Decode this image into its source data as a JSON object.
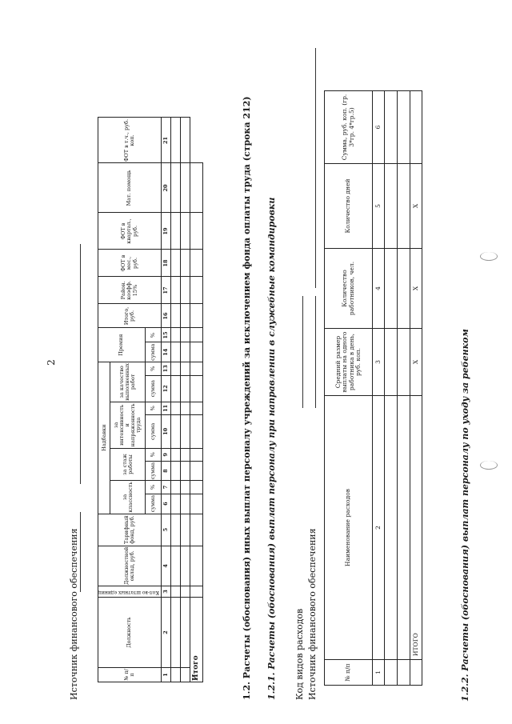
{
  "page_number": "2",
  "funding_source_label": "Источник финансового обеспечения",
  "table1": {
    "h_no": "№ п/п",
    "h_position": "Должность",
    "h_staff_units": "Кол-во штатных единиц",
    "h_salary": "Должностной оклад, руб.",
    "h_tariff": "Тарифный фонд, руб.",
    "h_allowances": "Надбавки",
    "h_class": "за классность",
    "h_seniority": "за стаж работы",
    "h_intensity": "за интенсивность и напряженность труда",
    "h_quality": "за качество выполненных работ",
    "h_bonus": "Премия",
    "h_total": "Итого, руб.",
    "h_regional": "Район. коэфф. 15%",
    "h_payroll_month": "ФОТ в мес., руб.",
    "h_payroll_quarter": "ФОТ в квартал., руб.",
    "h_material_aid": "Мат. помощь",
    "h_payroll_incl": "ФОТ в т.ч., руб. коп.",
    "h_sum": "сумма",
    "h_sum_bonus": "сумма",
    "h_pct": "%",
    "col_numbers": [
      "1",
      "2",
      "3",
      "4",
      "5",
      "6",
      "7",
      "8",
      "9",
      "10",
      "11",
      "12",
      "13",
      "14",
      "15",
      "16",
      "17",
      "18",
      "19",
      "20",
      "21"
    ],
    "total_label": "Итого"
  },
  "section_1_2": "1.2. Расчеты (обоснования) иных выплат персоналу учреждений за исключением фонда оплаты труда (строка 212)",
  "section_1_2_1": "1.2.1. Расчеты (обоснования) выплат персоналу при направлении в служебные командировки",
  "expense_code_label": "Код видов расходов",
  "funding_source_label_2": "Источник финансового обеспечения",
  "table2": {
    "h_no": "№ п/п",
    "h_name": "Наименование расходов",
    "h_avg": "Средний размер выплаты на одного работника в день, руб. коп.",
    "h_workers": "Количество работников, чел.",
    "h_days": "Количество дней",
    "h_sum": "Сумма, руб. коп. (гр. 3*гр. 4*гр.5)",
    "col_numbers": [
      "1",
      "2",
      "3",
      "4",
      "5",
      "6"
    ],
    "total_label": "ИТОГО",
    "x_mark": "Х"
  },
  "section_1_2_2": "1.2.2. Расчеты (обоснования) выплат персоналу по уходу за ребенком"
}
